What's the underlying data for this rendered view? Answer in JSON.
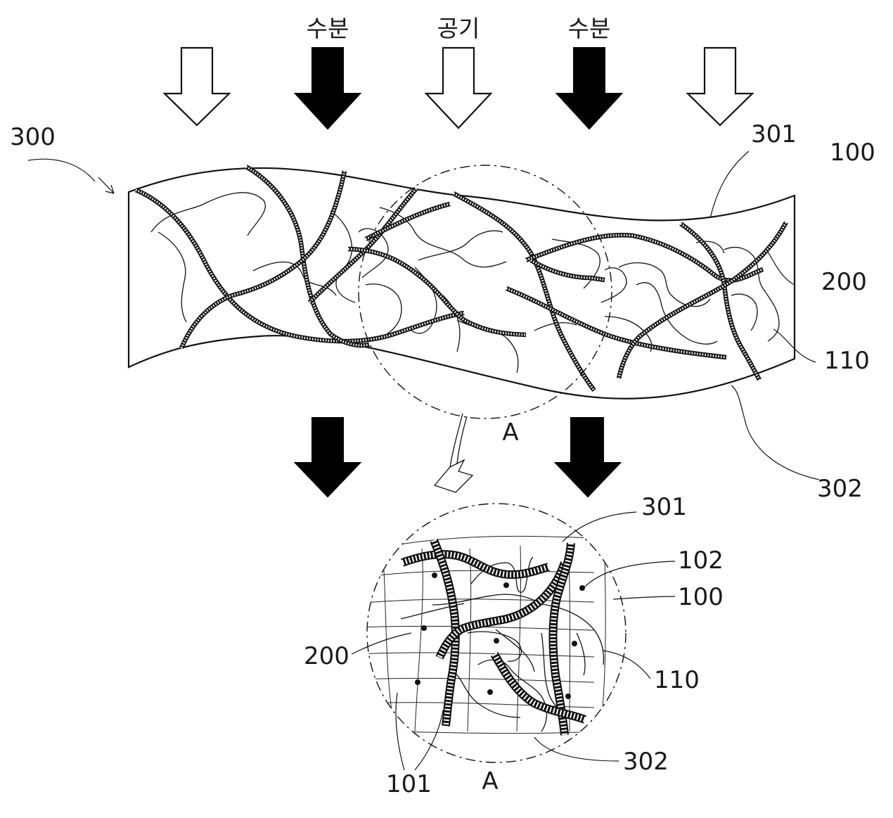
{
  "top_labels": {
    "moisture_left": "수분",
    "air": "공기",
    "moisture_right": "수분"
  },
  "refs": {
    "r300": "300",
    "r301_top": "301",
    "r100_top": "100",
    "r200_top": "200",
    "r110_top": "110",
    "r302_top": "302",
    "detail_a_top": "A",
    "r301_detail": "301",
    "r102_detail": "102",
    "r100_detail": "100",
    "r200_detail": "200",
    "r110_detail": "110",
    "r302_detail": "302",
    "r101_detail": "101",
    "detail_a_bottom": "A"
  },
  "arrow_fill": {
    "air": "#ffffff",
    "moisture": "#000000"
  }
}
